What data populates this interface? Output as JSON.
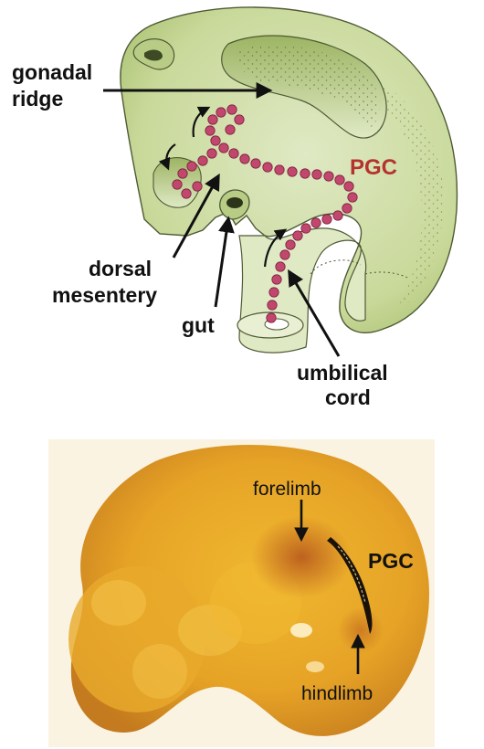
{
  "top_panel": {
    "labels": {
      "gonadal_ridge": [
        "gonadal",
        "ridge"
      ],
      "dorsal_mesentery": [
        "dorsal",
        "mesentery"
      ],
      "gut": "gut",
      "umbilical_cord": [
        "umbilical",
        "cord"
      ],
      "pgc": "PGC"
    },
    "colors": {
      "tissue_fill": "#dfe9c4",
      "tissue_dark": "#a8bf6e",
      "outline": "#4f5a35",
      "pgc_cell": "#c2476c",
      "pgc_label": "#b5332e",
      "arrow": "#111111"
    }
  },
  "bottom_panel": {
    "labels": {
      "forelimb": "forelimb",
      "pgc": "PGC",
      "hindlimb": "hindlimb"
    },
    "colors": {
      "background": "#faf3e2",
      "embryo_light": "#f0b830",
      "embryo_mid": "#d99422",
      "embryo_dark": "#b5531c",
      "stain": "#1a1208"
    }
  }
}
